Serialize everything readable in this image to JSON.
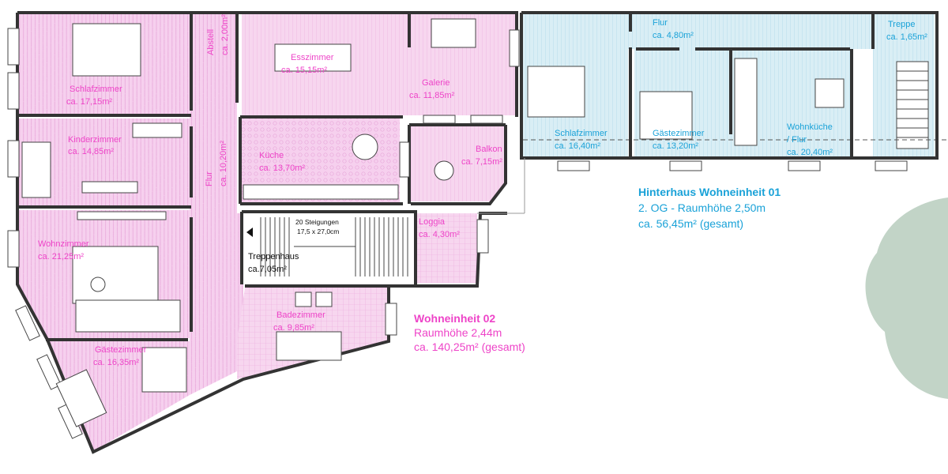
{
  "colors": {
    "pink": "#ee44c8",
    "blue": "#1aa2d8",
    "pinkFill": "#f6d0ee",
    "blueFill": "#d6ecf4",
    "tree": "#a9c1b0"
  },
  "rooms": {
    "schlafzimmer_1": {
      "name": "Schlafzimmer",
      "area": "ca. 17,15m²"
    },
    "kinderzimmer": {
      "name": "Kinderzimmer",
      "area": "ca. 14,85m²"
    },
    "wohnzimmer": {
      "name": "Wohnzimmer",
      "area": "ca. 21,25m²"
    },
    "gastezimmer_1": {
      "name": "Gästezimmer",
      "area": "ca. 16,35m²"
    },
    "abstell": {
      "name": "Abstell",
      "area": "ca. 2,00m²"
    },
    "flur_1": {
      "name": "Flur",
      "area": "ca. 10,20m²"
    },
    "esszimmer": {
      "name": "Esszimmer",
      "area": "ca. 15,15m²"
    },
    "galerie": {
      "name": "Galerie",
      "area": "ca. 11,85m²"
    },
    "kuche": {
      "name": "Küche",
      "area": "ca. 13,70m²"
    },
    "balkon": {
      "name": "Balkon",
      "area": "ca. 7,15m²"
    },
    "treppenhaus": {
      "name": "Treppenhaus",
      "area": "ca.7,05m²"
    },
    "loggia": {
      "name": "Loggia",
      "area": "ca. 4,30m²"
    },
    "badezimmer": {
      "name": "Badezimmer",
      "area": "ca. 9,85m²"
    },
    "schlafzimmer_2": {
      "name": "Schlafzimmer",
      "area": "ca. 16,40m²"
    },
    "gastezimmer_2": {
      "name": "Gästezimmer",
      "area": "ca. 13,20m²"
    },
    "wohnkuche_flur": {
      "name": "Wohnküche",
      "name2": "/ Flur",
      "area": "ca. 20,40m²"
    },
    "flur_2": {
      "name": "Flur",
      "area": "ca. 4,80m²"
    },
    "treppe": {
      "name": "Treppe",
      "area": "ca. 1,65m²"
    }
  },
  "stairs_note": {
    "line1": "20 Steigungen",
    "line2": "17,5 x 27,0cm"
  },
  "units": {
    "wohneinheit_02": {
      "title": "Wohneinheit 02",
      "height": "Raumhöhe 2,44m",
      "area": "ca. 140,25m² (gesamt)"
    },
    "hinterhaus_01": {
      "title": "Hinterhaus Wohneinheit 01",
      "height": "2. OG - Raumhöhe 2,50m",
      "area": "ca. 56,45m² (gesamt)"
    }
  }
}
